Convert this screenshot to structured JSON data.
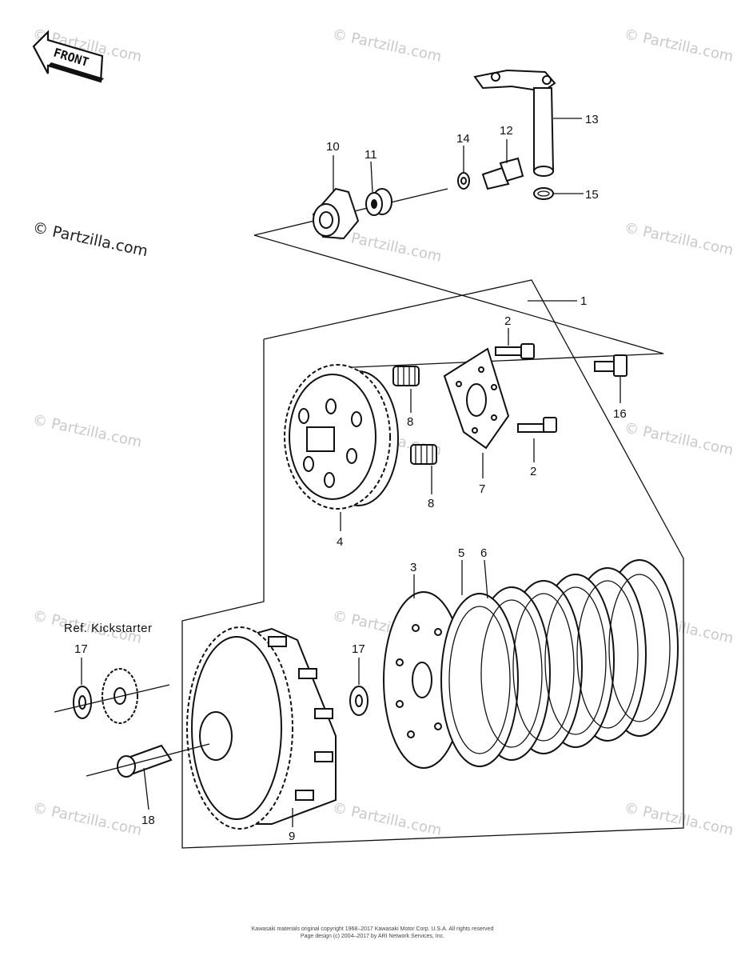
{
  "watermark": {
    "text": "© Partzilla.com"
  },
  "front_arrow": {
    "label": "FRONT"
  },
  "reference_note": "Ref. Kickstarter",
  "callouts": {
    "c1": "1",
    "c2a": "2",
    "c2b": "2",
    "c3": "3",
    "c4": "4",
    "c5": "5",
    "c6": "6",
    "c7": "7",
    "c8a": "8",
    "c8b": "8",
    "c9": "9",
    "c10": "10",
    "c11": "11",
    "c12": "12",
    "c13": "13",
    "c14": "14",
    "c15": "15",
    "c16": "16",
    "c17a": "17",
    "c17b": "17",
    "c18": "18"
  },
  "footer": {
    "line1": "Kawasaki materials original copyright 1968–2017 Kawasaki Motor Corp. U.S.A. All rights reserved",
    "line2": "Page design (c) 2004–2017 by ARI Network Services, Inc."
  }
}
